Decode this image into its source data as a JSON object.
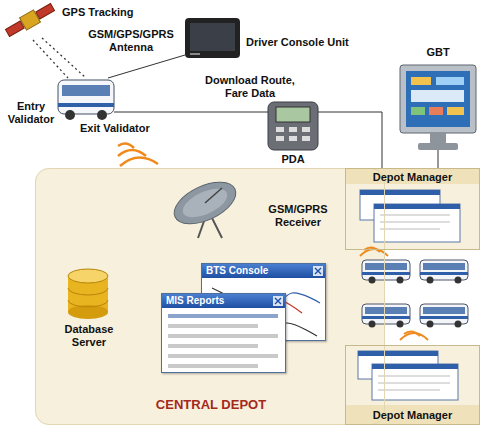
{
  "diagram": {
    "nodes": [
      {
        "text": [
          "GPS Tracking"
        ]
      },
      {
        "text": [
          "Entry Validator",
          "Exit Validator"
        ]
      },
      {
        "text": [
          "Driver Console Unit"
        ]
      },
      {
        "text": [
          "PDA"
        ]
      },
      {
        "text": [
          "GBT"
        ]
      },
      {
        "text": [
          "CENTRAL DEPOT"
        ]
      },
      {
        "text": [
          "GSM/GPRS Receiver"
        ],
        "in": 5
      },
      {
        "text": [
          "Database Server"
        ],
        "in": 5
      },
      {
        "text": [
          "BTS Console"
        ],
        "in": 5
      },
      {
        "text": [
          "MIS Reports"
        ],
        "in": 5
      },
      {
        "text": [
          "Depot Manager"
        ]
      },
      {
        "text": [
          "Depot Manager"
        ]
      }
    ],
    "edges": [
      {
        "from": 0,
        "to": 1,
        "arrow": "none"
      },
      {
        "from": 1,
        "to": 2,
        "arrow": "none"
      },
      {
        "from": 1,
        "to": 3,
        "arrow": "none"
      },
      {
        "from": 3,
        "to": 10,
        "arrow": "none"
      },
      {
        "from": 4,
        "to": 10,
        "arrow": "none"
      }
    ],
    "labels": [
      "GSM/GPS/GPRS Antenna",
      "Download Route, Fare Data"
    ]
  }
}
